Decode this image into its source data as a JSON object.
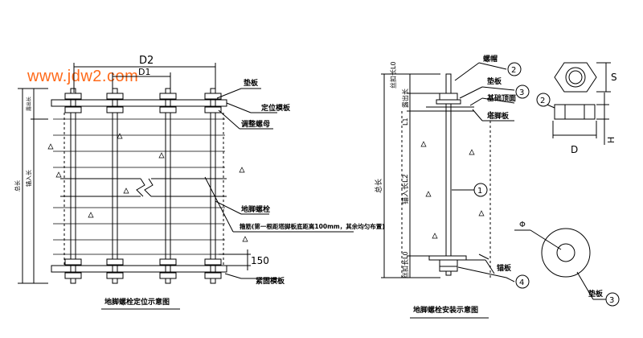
{
  "watermark": "www.jdw2.com",
  "left": {
    "caption": "地脚螺栓定位示意图",
    "dim_top": "D2",
    "dim_top2": "D1",
    "dim_vert_total": "总长",
    "dim_vert_embed": "锚入长",
    "dim_vert_expose": "露出长",
    "label_washer": "垫板",
    "label_position_plate": "定位模板",
    "label_adjust_nut": "调整螺母",
    "label_anchor_bolt": "地脚螺栓",
    "label_stirrup": "箍筋(第一根距塔脚板底距离100mm，其余均匀布置)",
    "label_150": "150",
    "label_fix_plate": "紧固模板"
  },
  "middle": {
    "caption": "地脚螺栓安装示意图",
    "label_nut": "螺帽",
    "label_washer": "垫板",
    "label_foundation_top": "基础顶面",
    "label_tower_plate": "塔脚板",
    "label_anchor_plate": "锚板",
    "dim_thread_top": "丝扣长L0",
    "dim_expose": "露出长",
    "dim_L1": "L1",
    "dim_total": "总长",
    "dim_embed": "锚入长L2",
    "dim_thread_bottom": "丝扣长L0",
    "num_1": "1",
    "num_2": "2",
    "num_3": "3",
    "num_4": "4"
  },
  "right": {
    "label_S": "S",
    "label_D": "D",
    "label_H": "H",
    "label_phi": "Φ",
    "label_washer": "垫板",
    "num_2": "2",
    "num_3": "3"
  }
}
